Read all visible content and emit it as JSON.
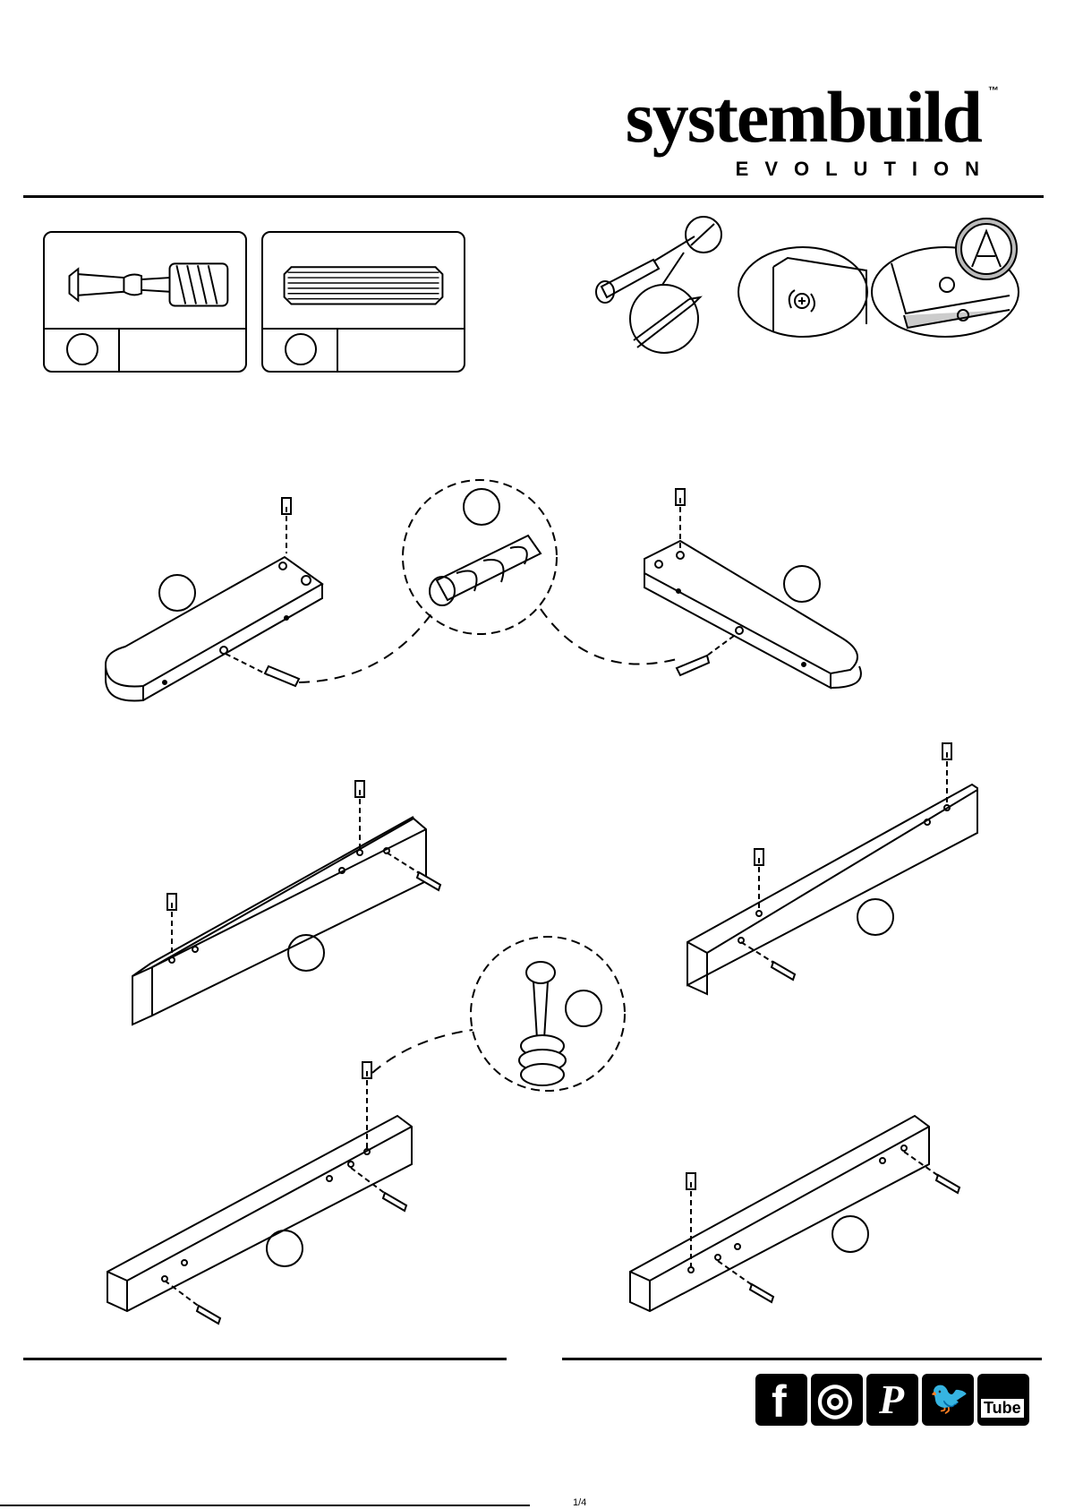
{
  "header": {
    "brand_name": "systembuild",
    "brand_trademark": "™",
    "brand_subtitle": "EVOLUTION"
  },
  "parts": [
    {
      "id": "",
      "qty": "",
      "icon": "cam-bolt-icon"
    },
    {
      "id": "",
      "qty": "",
      "icon": "wood-dowel-icon"
    }
  ],
  "tools": {
    "icon": "phillips-screwdriver-icon"
  },
  "callouts": {
    "top_detail": "",
    "middle_detail": "",
    "panel_labels": [
      "",
      "",
      "",
      "",
      "",
      ""
    ]
  },
  "social": [
    {
      "icon": "facebook-icon",
      "glyph": "f"
    },
    {
      "icon": "instagram-icon",
      "glyph": "◎"
    },
    {
      "icon": "pinterest-icon",
      "glyph": "P"
    },
    {
      "icon": "twitter-icon",
      "glyph": "🐦"
    },
    {
      "icon": "youtube-icon",
      "glyph": "Tube"
    }
  ],
  "footer": {
    "page_number": "1/4"
  }
}
